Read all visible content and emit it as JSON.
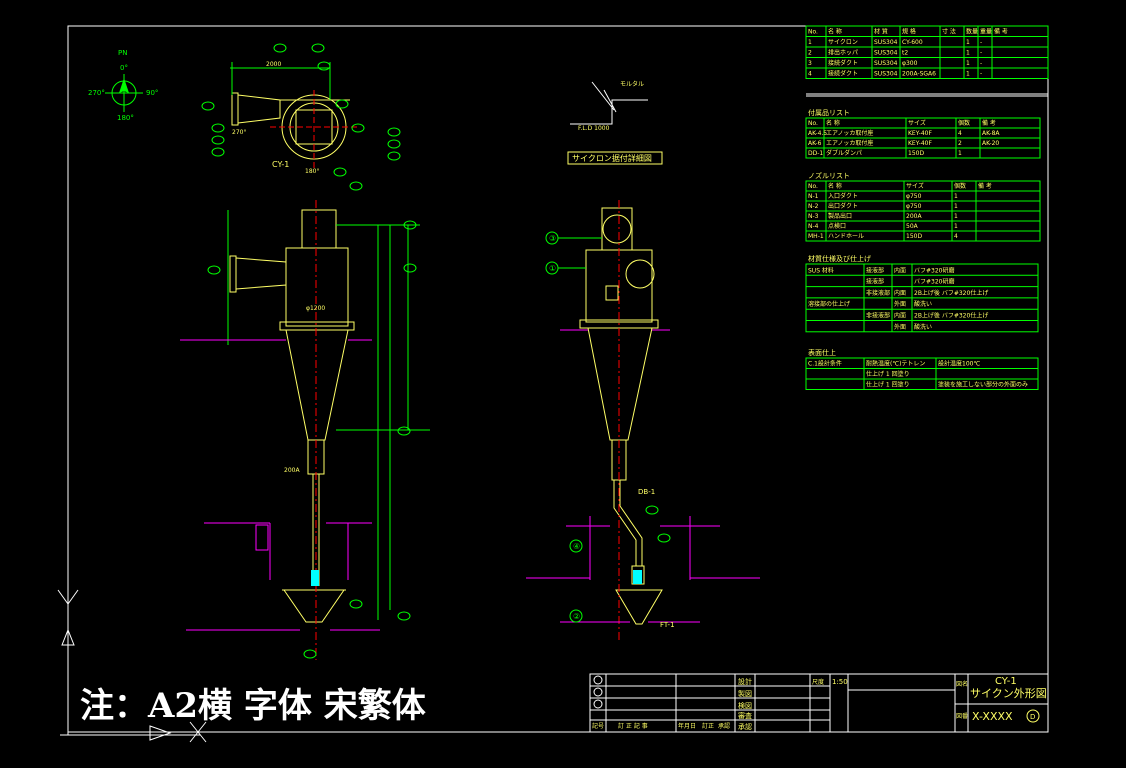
{
  "colors": {
    "background": "#000000",
    "frame": "#ffffff",
    "green": "#00ff00",
    "yellow": "#ffff66",
    "cyan": "#00ffff",
    "magenta": "#ff00ff",
    "red": "#ff0000"
  },
  "north": {
    "label": "PN",
    "deg0": "0°",
    "deg90": "90°",
    "deg180": "180°",
    "deg270": "270°"
  },
  "plan_view": {
    "label": "CY-1",
    "dim_top": "2000",
    "angle_left": "270°",
    "angle_bottom": "180°"
  },
  "front_view": {
    "dim_width": "φ1200",
    "dim_outlet": "200A"
  },
  "side_view": {
    "label_db": "DB-1",
    "label_ft": "FT-1",
    "balloon1": "①",
    "balloon3": "③",
    "balloon4": "④",
    "balloon2": "②"
  },
  "detail": {
    "title": "サイクロン据付詳細図",
    "note": "モルタル",
    "dim": "F.L.D 1000"
  },
  "parts_table": {
    "headers": [
      "No.",
      "名 称",
      "材 質",
      "規 格",
      "寸 法",
      "数量",
      "重量",
      "備 考"
    ],
    "rows": [
      [
        "1",
        "サイクロン",
        "SUS304",
        "CY-600",
        "",
        "1",
        "-",
        ""
      ],
      [
        "2",
        "排出ホッパ",
        "SUS304",
        "t2",
        "",
        "1",
        "-",
        ""
      ],
      [
        "3",
        "接続ダクト",
        "SUS304",
        "φ300",
        "",
        "1",
        "-",
        ""
      ],
      [
        "4",
        "接続ダクト",
        "SUS304",
        "200A-SGA6",
        "",
        "1",
        "-",
        ""
      ]
    ]
  },
  "accessory_table": {
    "title": "付属品リスト",
    "headers": [
      "No.",
      "名 称",
      "サイズ",
      "個数",
      "備 考"
    ],
    "rows": [
      [
        "AK-4.5",
        "エアノッカ取付座",
        "KEY-40F",
        "4",
        "AK-8A"
      ],
      [
        "AK-6",
        "エアノッカ取付座",
        "KEY-40F",
        "2",
        "AK-20"
      ],
      [
        "DD-1",
        "ダブルダンパ",
        "150D",
        "1",
        ""
      ]
    ]
  },
  "nozzle_table": {
    "title": "ノズルリスト",
    "headers": [
      "No.",
      "名 称",
      "サイズ",
      "個数",
      "備 考"
    ],
    "rows": [
      [
        "N-1",
        "入口ダクト",
        "φ750",
        "1",
        ""
      ],
      [
        "N-2",
        "出口ダクト",
        "φ750",
        "1",
        ""
      ],
      [
        "N-3",
        "製品出口",
        "200A",
        "1",
        ""
      ],
      [
        "N-4",
        "点検口",
        "50A",
        "1",
        ""
      ],
      [
        "MH-1",
        "ハンドホール",
        "150D",
        "4",
        ""
      ]
    ]
  },
  "finish_table": {
    "title": "材質仕様及び仕上げ",
    "rows": [
      [
        "SUS 材料",
        "接液部",
        "内面",
        "バフ#320研磨"
      ],
      [
        "",
        "接液部",
        "",
        "バフ#320研磨"
      ],
      [
        "",
        "非接液部",
        "内面",
        "2B上げ後 バフ#320仕上げ"
      ],
      [
        "溶接部の仕上げ",
        "",
        "外面",
        "酸洗い"
      ],
      [
        "",
        "非接液部",
        "内面",
        "2B上げ後 バフ#320仕上げ"
      ],
      [
        "",
        "",
        "外面",
        "酸洗い"
      ]
    ]
  },
  "remark_table": {
    "title": "表面仕上",
    "rows": [
      [
        "C.1設計条件",
        "耐熱温度(℃)テトレン",
        "設計温度100℃"
      ],
      [
        "",
        "仕上げ 1 回塗り",
        ""
      ],
      [
        "",
        "仕上げ 1 回塗り",
        "塗装を施工しない部分の外面のみ"
      ]
    ]
  },
  "title_block": {
    "labels_left": [
      "設計",
      "製図",
      "検図",
      "審査",
      "承認"
    ],
    "revision_header": [
      "記号",
      "訂 正 記 事",
      "年月日",
      "訂正",
      "承認"
    ],
    "scale_label": "尺度",
    "scale": "1:50",
    "name_label": "図名",
    "drawing_title_1": "CY-1",
    "drawing_title_2": "サイクン外形図",
    "drawing_no_label": "図番",
    "drawing_no": "X-XXXX",
    "rev": "D"
  },
  "ucs": {
    "y": "Y",
    "x": "X"
  },
  "note_text": "注：A2横 字体 宋繁体"
}
